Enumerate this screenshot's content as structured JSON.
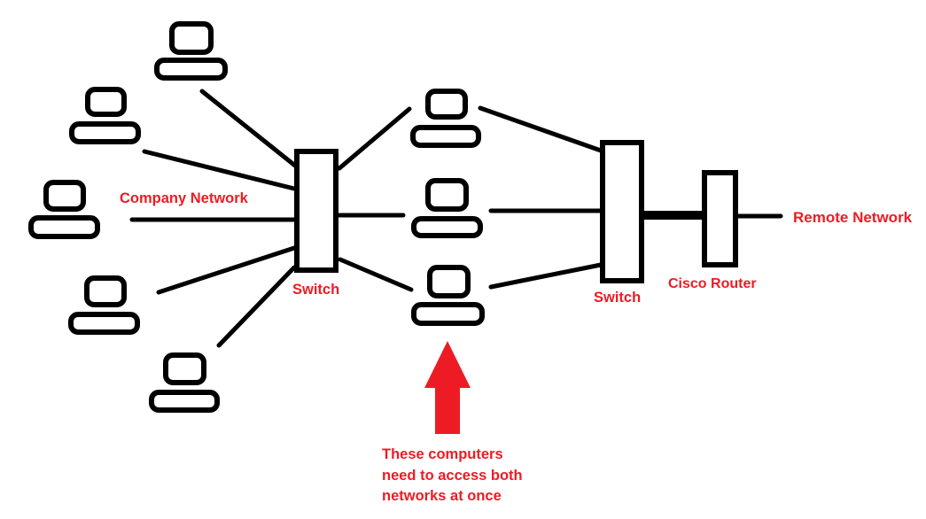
{
  "diagram": {
    "colors": {
      "ink": "#000000",
      "accent": "#ed1c24",
      "background": "#ffffff"
    },
    "labels": {
      "company_network": "Company Network",
      "left_switch": "Switch",
      "right_switch": "Switch",
      "cisco_router": "Cisco Router",
      "remote_network": "Remote Network"
    },
    "annotation": {
      "line1": "These computers",
      "line2": "need to access both",
      "line3": "networks at once"
    },
    "nodes": {
      "company_computers": 5,
      "shared_computers": 3,
      "switches": 2,
      "routers": 1,
      "icon_names": [
        "computer-icon",
        "switch-box",
        "router-box",
        "up-arrow-icon"
      ]
    }
  }
}
